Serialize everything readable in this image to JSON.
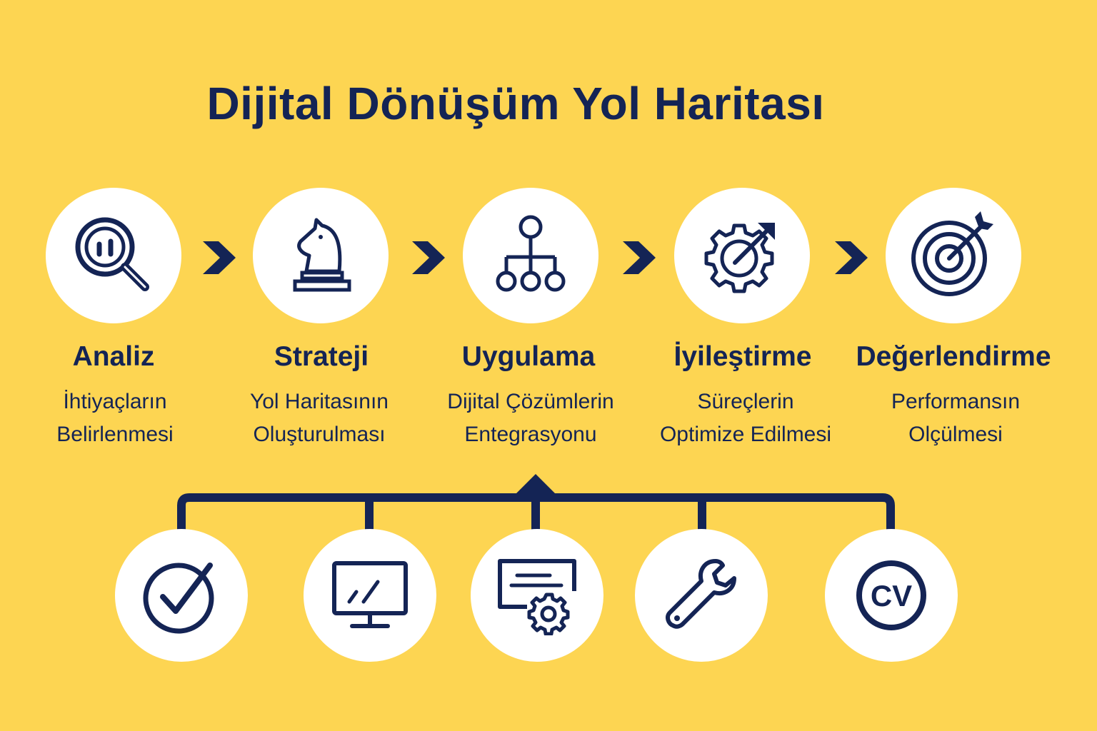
{
  "title": "Dijital Dönüşüm Yol Haritası",
  "colors": {
    "background": "#FDD552",
    "navy": "#142455",
    "circle": "#FFFFFF"
  },
  "steps": [
    {
      "title": "Analiz",
      "line1": "İhtiyaçların",
      "line2": "Belirlenmesi",
      "icon": "magnifier-chart-icon"
    },
    {
      "title": "Strateji",
      "line1": "Yol Haritasının",
      "line2": "Oluşturulması",
      "icon": "chess-knight-icon"
    },
    {
      "title": "Uygulama",
      "line1": "Dijital Çözümlerin",
      "line2": "Entegrasyonu",
      "icon": "hierarchy-icon"
    },
    {
      "title": "İyileştirme",
      "line1": "Süreçlerin",
      "line2": "Optimize Edilmesi",
      "icon": "gear-arrow-icon"
    },
    {
      "title": "Değerlendirme",
      "line1": "Performansın",
      "line2": "Olçülmesi",
      "icon": "target-icon"
    }
  ],
  "substeps": [
    {
      "icon": "checkmark-circle-icon"
    },
    {
      "icon": "monitor-icon"
    },
    {
      "icon": "certificate-gear-icon"
    },
    {
      "icon": "wrench-icon"
    },
    {
      "icon": "cv-badge-icon",
      "label": "CV"
    }
  ]
}
